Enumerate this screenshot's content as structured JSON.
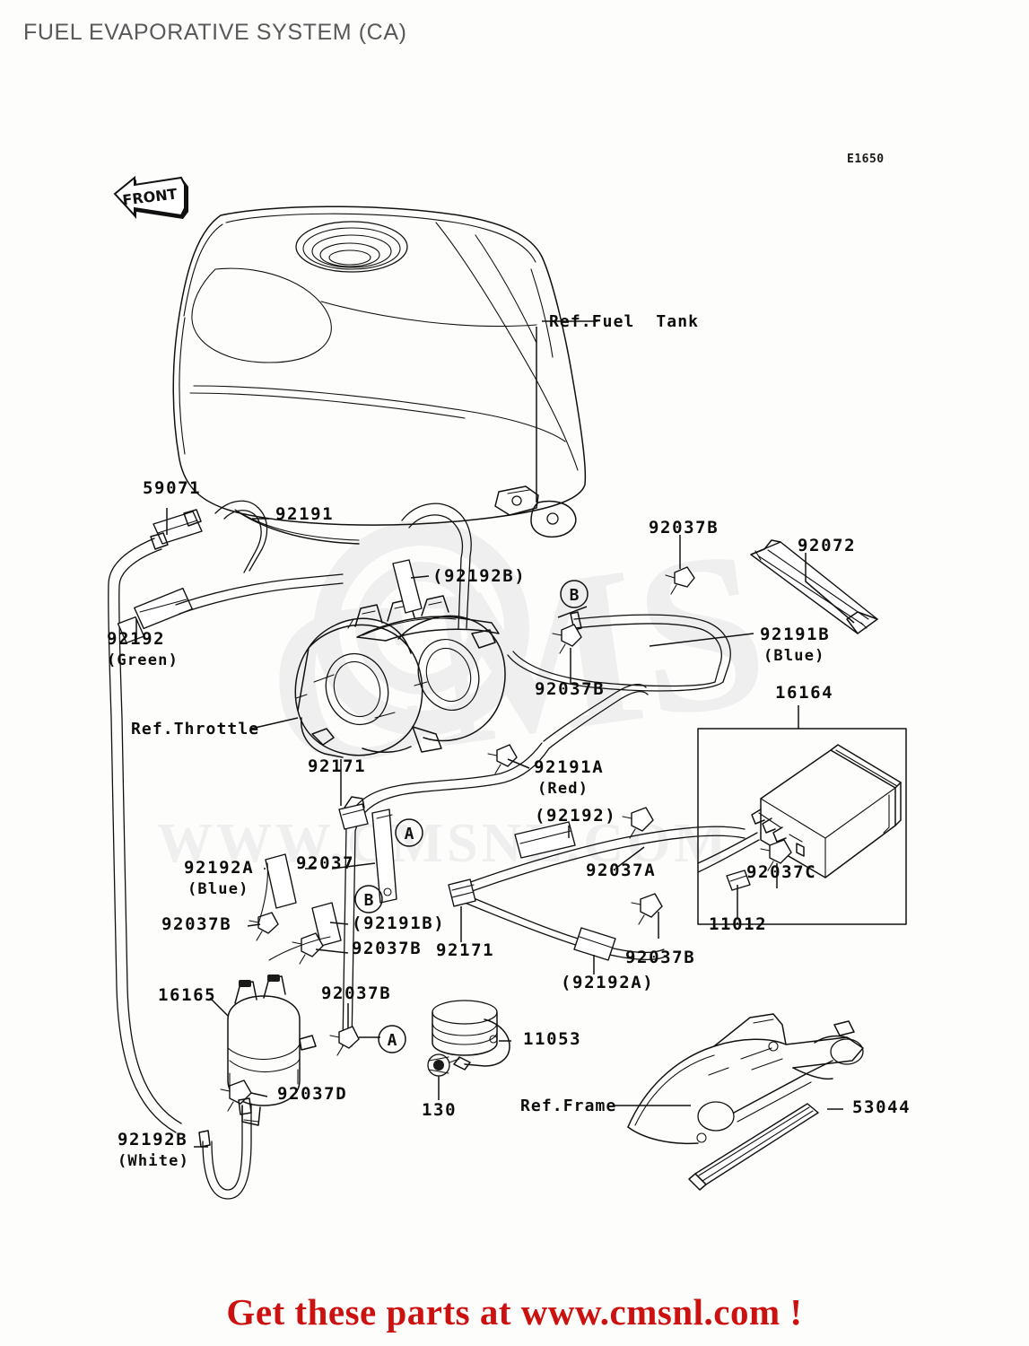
{
  "header": {
    "title": "FUEL EVAPORATIVE SYSTEM (CA)",
    "figure_code": "E1650"
  },
  "footer": {
    "cta": "Get these parts at www.cmsnl.com !"
  },
  "orientation": {
    "front_label": "FRONT"
  },
  "watermark": {
    "text": "CMSNL",
    "url_text": "WWW.CMSNL.COM",
    "color": "#efefef"
  },
  "callouts": {
    "a": "A",
    "b": "B"
  },
  "labels": [
    {
      "id": "ref-fuel-tank",
      "text": "Ref.Fuel  Tank",
      "sub": ""
    },
    {
      "id": "ref-throttle",
      "text": "Ref.Throttle",
      "sub": ""
    },
    {
      "id": "ref-frame",
      "text": "Ref.Frame",
      "sub": ""
    },
    {
      "id": "p-59071",
      "text": "59071",
      "sub": ""
    },
    {
      "id": "p-92191",
      "text": "92191",
      "sub": ""
    },
    {
      "id": "p-92192",
      "text": "92192",
      "sub": "(Green)"
    },
    {
      "id": "p-92192b-paren",
      "text": "(92192B)",
      "sub": ""
    },
    {
      "id": "p-92037b-top",
      "text": "92037B",
      "sub": ""
    },
    {
      "id": "p-92072",
      "text": "92072",
      "sub": ""
    },
    {
      "id": "p-92191b",
      "text": "92191B",
      "sub": "(Blue)"
    },
    {
      "id": "p-92037b-mid",
      "text": "92037B",
      "sub": ""
    },
    {
      "id": "p-16164",
      "text": "16164",
      "sub": ""
    },
    {
      "id": "p-92171-top",
      "text": "92171",
      "sub": ""
    },
    {
      "id": "p-92191a",
      "text": "92191A",
      "sub": "(Red)"
    },
    {
      "id": "p-92192-paren",
      "text": "(92192)",
      "sub": ""
    },
    {
      "id": "p-92192a",
      "text": "92192A",
      "sub": "(Blue)"
    },
    {
      "id": "p-92037",
      "text": "92037",
      "sub": ""
    },
    {
      "id": "p-92037a",
      "text": "92037A",
      "sub": ""
    },
    {
      "id": "p-92037c",
      "text": "92037C",
      "sub": ""
    },
    {
      "id": "p-11012",
      "text": "11012",
      "sub": ""
    },
    {
      "id": "p-92037b-left",
      "text": "92037B",
      "sub": ""
    },
    {
      "id": "p-92191b-paren",
      "text": "(92191B)",
      "sub": ""
    },
    {
      "id": "p-92037b-left2",
      "text": "92037B",
      "sub": ""
    },
    {
      "id": "p-92171-bot",
      "text": "92171",
      "sub": ""
    },
    {
      "id": "p-92037b-right",
      "text": "92037B",
      "sub": ""
    },
    {
      "id": "p-92192a-paren",
      "text": "(92192A)",
      "sub": ""
    },
    {
      "id": "p-16165",
      "text": "16165",
      "sub": ""
    },
    {
      "id": "p-92037b-16165",
      "text": "92037B",
      "sub": ""
    },
    {
      "id": "p-11053",
      "text": "11053",
      "sub": ""
    },
    {
      "id": "p-130",
      "text": "130",
      "sub": ""
    },
    {
      "id": "p-53044",
      "text": "53044",
      "sub": ""
    },
    {
      "id": "p-92037d",
      "text": "92037D",
      "sub": ""
    },
    {
      "id": "p-92192b",
      "text": "92192B",
      "sub": "(White)"
    }
  ],
  "colors": {
    "ink": "#0d0d0d",
    "title": "#58595b",
    "accent_red": "#cc1111",
    "background": "#fdfefb",
    "watermark": "#efefef"
  }
}
